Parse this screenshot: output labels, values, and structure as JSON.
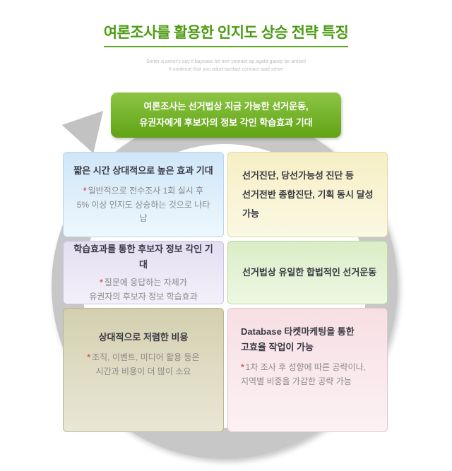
{
  "title": "여론조사를 활용한 인지도 상승 전략 특징",
  "caption": "Sorter a simor's say il baycase be mirt yeoraet ap agata gasep be aroseil\nIt continue that you adurt tactfact connact said serve",
  "note_marker": "*",
  "callout": {
    "text": "여론조사는 선거법상 지금 가능한 선거운동,\n유권자에게 후보자의 정보 각인 학습효과 기대"
  },
  "boxes": [
    {
      "heading": "짧은 시간 상대적으로 높은 효과 기대",
      "note": "일반적으로 전수조사 1회 실시 후\n5% 이상 인지도 상승하는 것으로 나타남"
    },
    {
      "heading": "선거진단, 당선가능성 진단 등\n선거전반 종합진단, 기획 동시 달성 가능"
    },
    {
      "heading": "학습효과를 통한 후보자 정보 각인 기대",
      "note": "질문에 응답하는 자체가\n유권자의 후보자 정보 학습효과"
    },
    {
      "heading": "선거법상 유일한 합법적인 선거운동"
    },
    {
      "heading": "상대적으로 저렴한 비용",
      "note": "조직, 이벤트, 미디어 활용 등은\n시간과 비용이 더 많이 소요"
    },
    {
      "heading": "Database 타켓마케팅을 통한\n고효율 작업이 가능",
      "note": "1차 조사 후 성향에 따른 공략이나,\n지역별 비중을 가감한 공략 가능"
    }
  ],
  "colors": {
    "title_green": "#4c9b12",
    "callout_green_top": "#8cc544",
    "callout_green_bottom": "#61a315",
    "ring_gray": "#c7c7c7",
    "box_blue": "#cfe6f8",
    "box_yellow": "#f6efc4",
    "box_lavender": "#e4def2",
    "box_green": "#d9edc6",
    "box_olive": "#d3d0b0",
    "box_pink": "#f7dfe4",
    "note_star_red": "#e2574c"
  }
}
